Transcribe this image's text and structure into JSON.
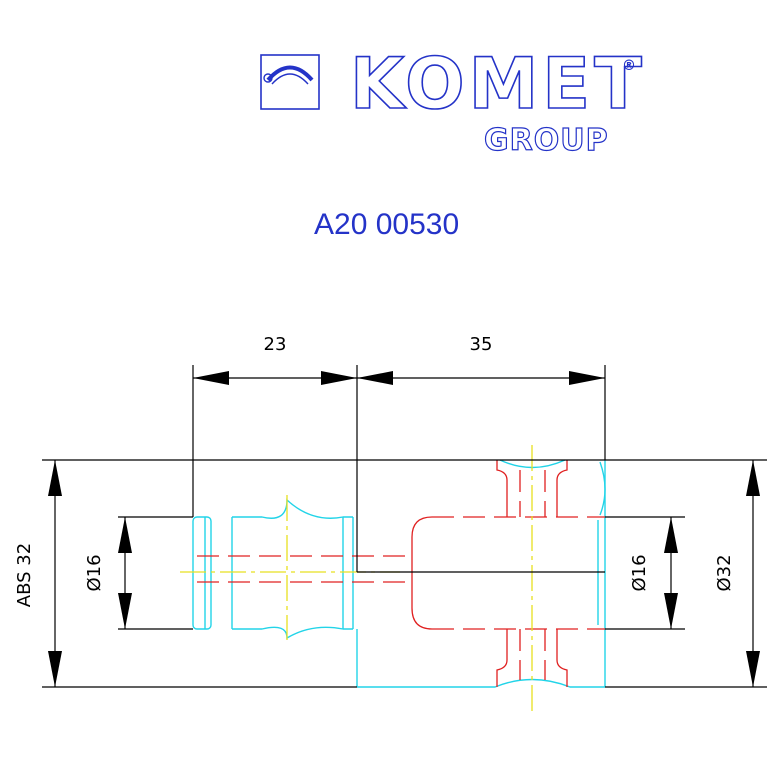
{
  "logo": {
    "brand": "KOMET",
    "registered": "®",
    "group": "GROUP",
    "color": "#2433c8"
  },
  "part_number": "A20 00530",
  "dimensions": {
    "length_left": "23",
    "length_right": "35",
    "abs_label": "ABS 32",
    "dia_left": "Ø16",
    "dia_right_inner": "Ø16",
    "dia_right_outer": "Ø32"
  },
  "colors": {
    "outline": "#22d4e8",
    "hidden": "#e02020",
    "centerline": "#e8e020",
    "dimension": "#000000"
  }
}
